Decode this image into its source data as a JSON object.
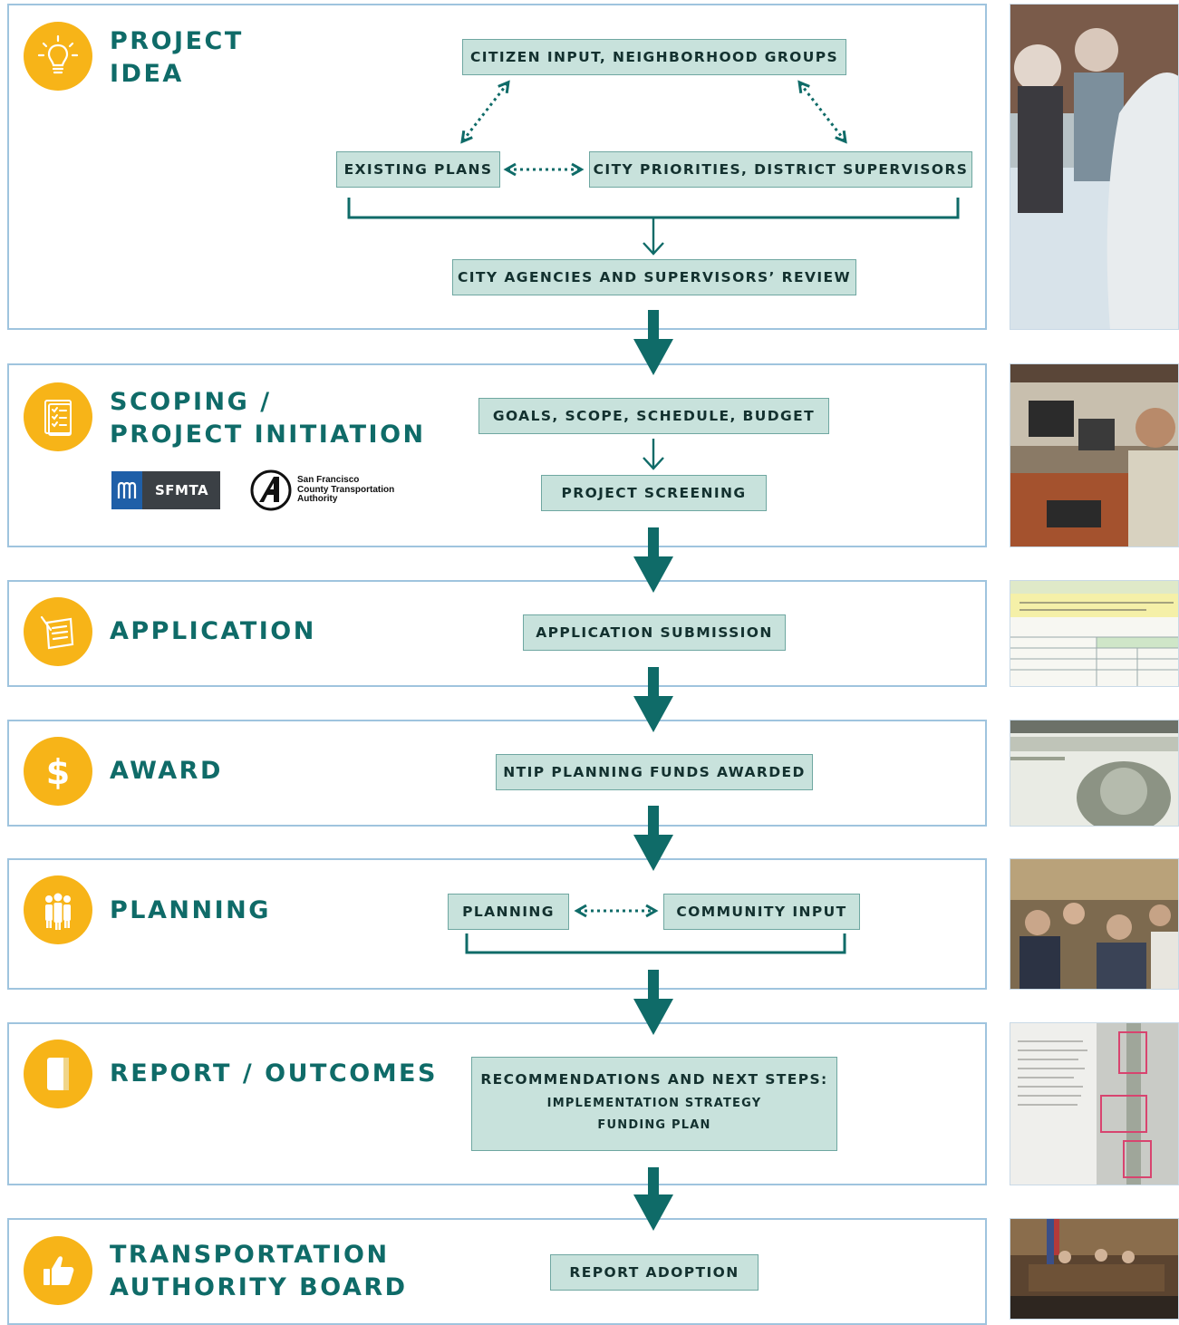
{
  "stages": [
    {
      "id": "idea",
      "title_lines": [
        "PROJECT",
        "IDEA"
      ],
      "icon": "lightbulb-icon"
    },
    {
      "id": "scoping",
      "title_lines": [
        "SCOPING /",
        "PROJECT INITIATION"
      ],
      "icon": "checklist-icon"
    },
    {
      "id": "application",
      "title_lines": [
        "APPLICATION"
      ],
      "icon": "application-form-icon"
    },
    {
      "id": "award",
      "title_lines": [
        "AWARD"
      ],
      "icon": "dollar-icon"
    },
    {
      "id": "planning",
      "title_lines": [
        "PLANNING"
      ],
      "icon": "people-icon"
    },
    {
      "id": "report",
      "title_lines": [
        "REPORT / OUTCOMES"
      ],
      "icon": "report-book-icon"
    },
    {
      "id": "board",
      "title_lines": [
        "TRANSPORTATION",
        "AUTHORITY BOARD"
      ],
      "icon": "thumbs-up-icon"
    }
  ],
  "boxes": {
    "citizen_input": "CITIZEN INPUT, NEIGHBORHOOD GROUPS",
    "existing_plans": "EXISTING PLANS",
    "city_priorities": "CITY PRIORITIES, DISTRICT SUPERVISORS",
    "agency_review": "CITY AGENCIES AND SUPERVISORS’ REVIEW",
    "goals_scope": "GOALS, SCOPE, SCHEDULE, BUDGET",
    "screening": "PROJECT SCREENING",
    "application_submission": "APPLICATION SUBMISSION",
    "funds_awarded": "NTIP PLANNING FUNDS AWARDED",
    "planning": "PLANNING",
    "community_input": "COMMUNITY INPUT",
    "recommendations": "RECOMMENDATIONS AND NEXT STEPS:",
    "implementation": "IMPLEMENTATION STRATEGY",
    "funding_plan": "FUNDING PLAN",
    "report_adoption": "REPORT ADOPTION"
  },
  "logos": {
    "sfmta": "SFMTA",
    "sfcta_lines": [
      "San Francisco",
      "County Transportation",
      "Authority"
    ]
  },
  "colors": {
    "teal": "#0f6b68",
    "box_fill": "#c8e2dc",
    "panel_border": "#9fc4de",
    "icon_yellow": "#f7b418",
    "sfmta_blue": "#1f5fa8",
    "sfmta_grey": "#3b4045"
  }
}
